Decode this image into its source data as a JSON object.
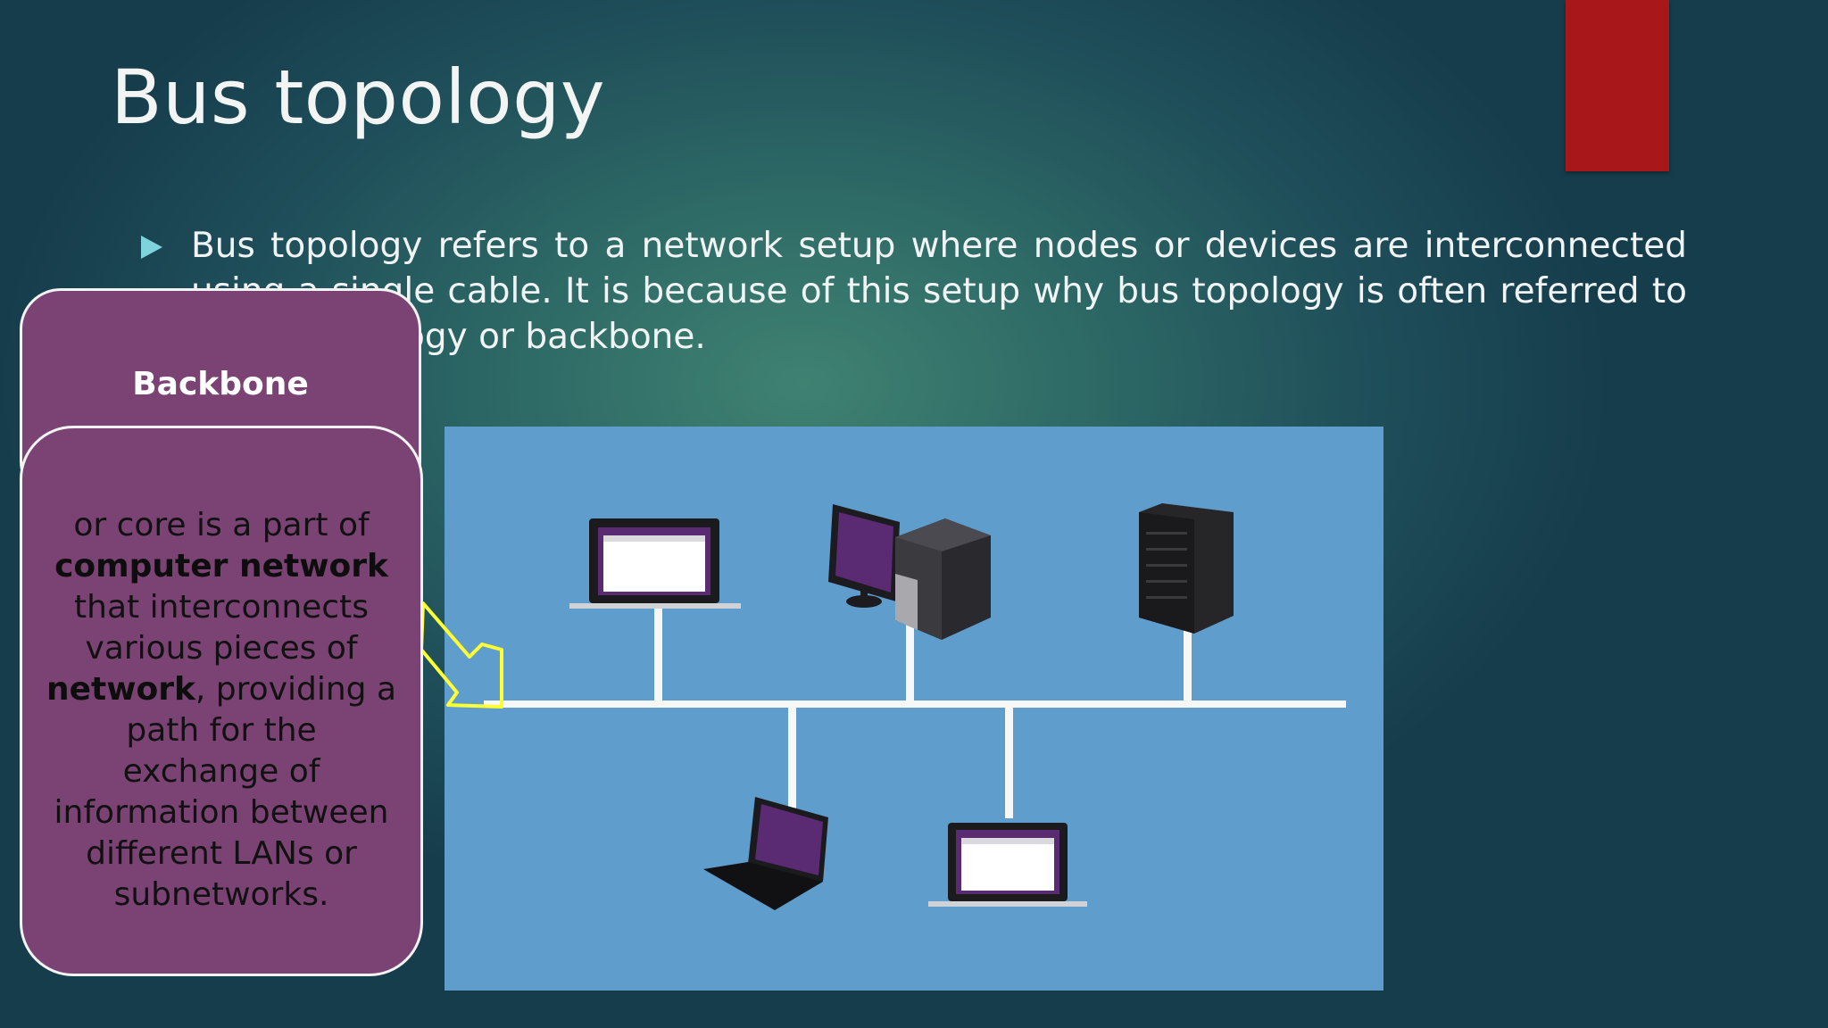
{
  "slide": {
    "title": "Bus topology",
    "bullet_text": "Bus topology refers to a network setup where nodes or devices are interconnected using a single cable. It is because of this setup why bus topology is often referred to as line topology or backbone."
  },
  "callout": {
    "label": "Backbone",
    "text_parts": {
      "p1": "or core is a part of ",
      "b1": "computer network",
      "p2": " that interconnects various pieces of ",
      "b2": "network",
      "p3": ", providing a path for the exchange of information between different LANs or subnetworks."
    }
  },
  "colors": {
    "accent_bar": "#a8171a",
    "callout_fill": "#7a4374",
    "diagram_bg": "#5f9dcd",
    "arrow": "#ffff33"
  },
  "diagram": {
    "devices_top": [
      "laptop-open-icon",
      "desktop-computer-icon",
      "server-tower-icon"
    ],
    "devices_bottom": [
      "laptop-angled-icon",
      "laptop-open-icon"
    ]
  }
}
